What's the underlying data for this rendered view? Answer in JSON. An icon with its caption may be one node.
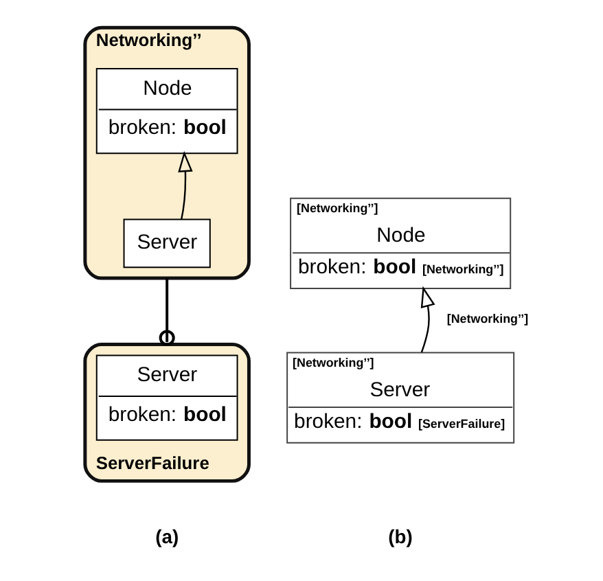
{
  "diagram": {
    "nodes": [
      {
        "text": [
          "Networking’’"
        ]
      },
      {
        "text": [
          "Node",
          "broken: **bool**"
        ],
        "in": 0
      },
      {
        "text": [
          "Server"
        ],
        "in": 0
      },
      {
        "text": [
          "ServerFailure"
        ]
      },
      {
        "text": [
          "Server",
          "broken: **bool**"
        ],
        "in": 3
      },
      {
        "text": [
          "[Networking’’]",
          "Node",
          "broken: **bool**",
          "[Networking’’]"
        ]
      },
      {
        "text": [
          "[Networking’’]",
          "Server",
          "broken: **bool**",
          "[ServerFailure]"
        ]
      }
    ],
    "edges": [
      {
        "from": 2,
        "to": 1,
        "arrow": "to"
      },
      {
        "from": 0,
        "to": 3,
        "arrow": "other"
      },
      {
        "from": 6,
        "to": 5,
        "arrow": "to",
        "label": "[Networking’’]"
      }
    ],
    "labels": [
      "(a)",
      "(b)"
    ]
  }
}
